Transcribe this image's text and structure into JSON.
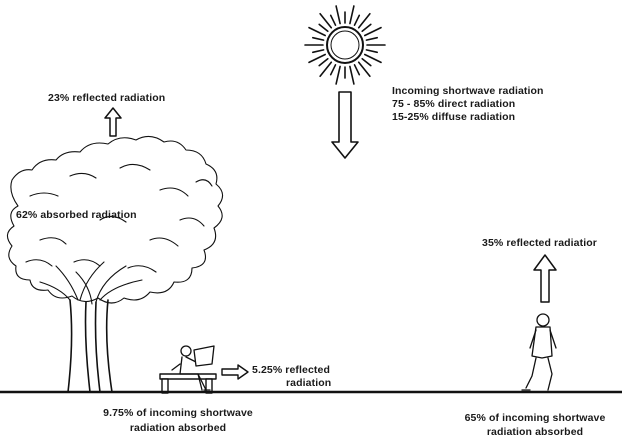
{
  "labels": {
    "incoming_title": "Incoming shortwave radiation",
    "incoming_direct": "75 - 85% direct radiation",
    "incoming_diffuse": "15-25% diffuse radiation",
    "tree_reflected": "23% reflected radiation",
    "tree_absorbed": "62% absorbed radiation",
    "person_reflected": "35% reflected radiatior",
    "sitter_reflected_line1": "5.25% reflected",
    "sitter_reflected_line2": "radiation",
    "sitter_absorbed_line1": "9.75% of incoming shortwave",
    "sitter_absorbed_line2": "radiation absorbed",
    "person_absorbed_line1": "65% of incoming shortwave",
    "person_absorbed_line2": "radiation absorbed"
  },
  "colors": {
    "ink": "#111111",
    "background": "#ffffff"
  },
  "icons": [
    "sun-icon",
    "tree-icon",
    "bench-icon",
    "seated-person-icon",
    "walking-person-icon"
  ]
}
